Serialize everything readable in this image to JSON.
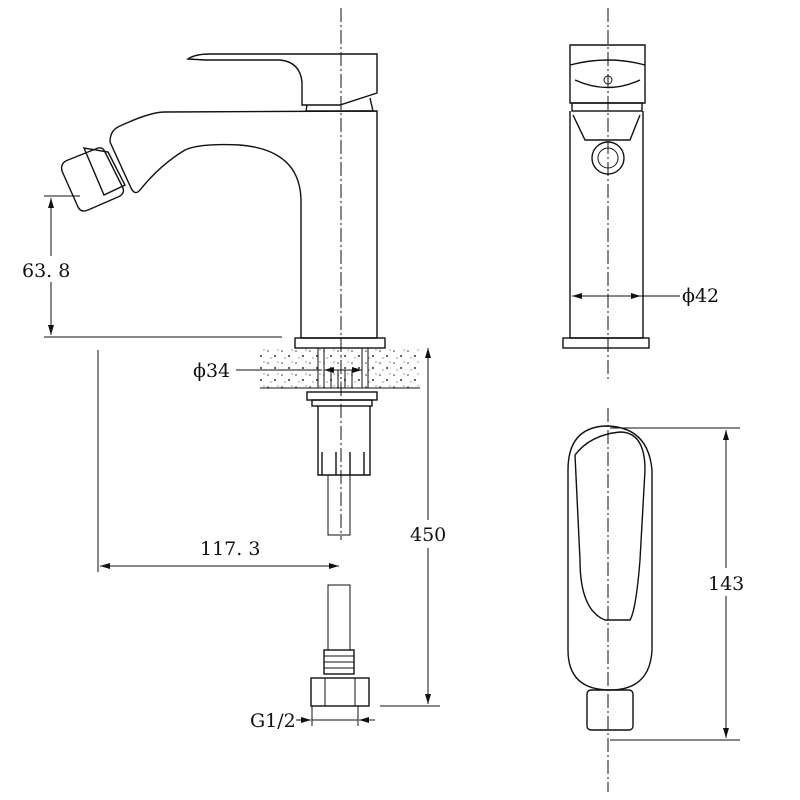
{
  "dimensions": {
    "nozzle_height": "63. 8",
    "hole_diameter": "ϕ34",
    "reach": "117. 3",
    "hose_length": "450",
    "thread": "G1/2",
    "body_diameter": "ϕ42",
    "top_length": "143"
  },
  "colors": {
    "line": "#111111",
    "background": "#ffffff"
  }
}
